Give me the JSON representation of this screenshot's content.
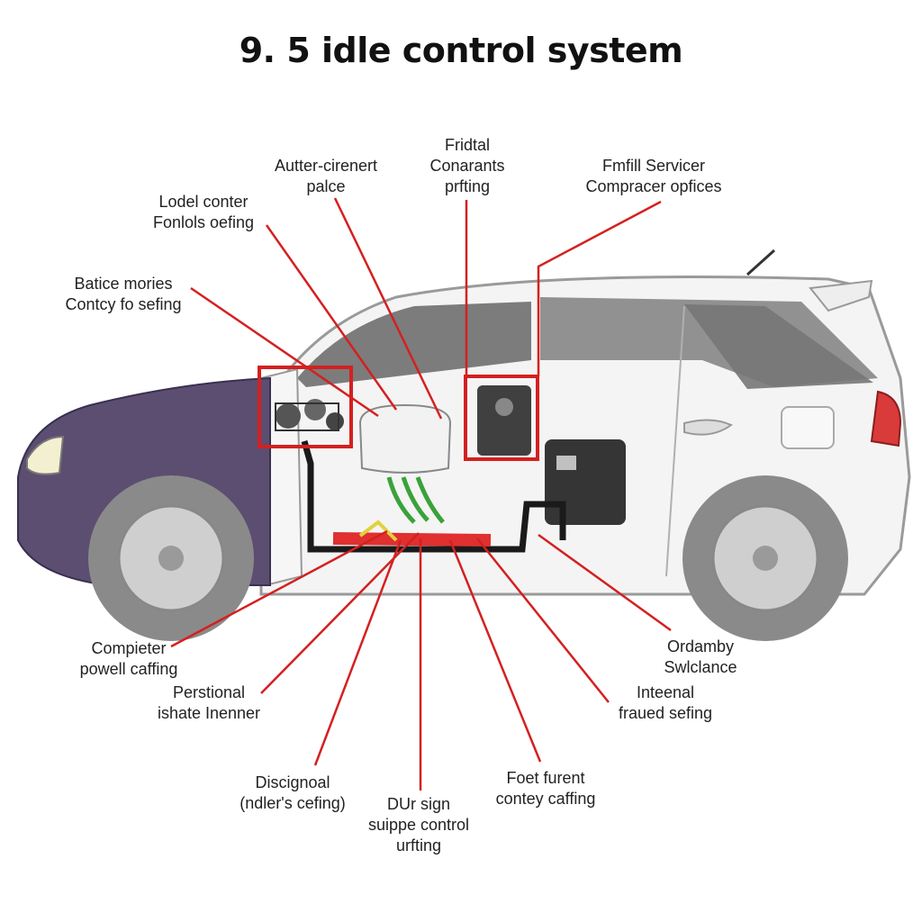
{
  "title": "9. 5 idle control system",
  "colors": {
    "leader_line": "#d42020",
    "highlight_box": "#d42020",
    "body_front": "#5c4e70",
    "body_rear": "#f4f4f4",
    "tire": "#8a8a8a",
    "hose_green": "#3aa23a",
    "hose_red": "#e03030"
  },
  "callouts": [
    {
      "id": "batice",
      "lines": [
        "Batice mories",
        "Contcy fo sefing"
      ]
    },
    {
      "id": "lodel",
      "lines": [
        "Lodel conter",
        "Fonlols oefing"
      ]
    },
    {
      "id": "autter",
      "lines": [
        "Autter-cirenert",
        "palce"
      ]
    },
    {
      "id": "fridtal",
      "lines": [
        "Fridtal",
        "Conarants",
        "prfting"
      ]
    },
    {
      "id": "fmfill",
      "lines": [
        "Fmfill Servicer",
        "Compracer opfices"
      ]
    },
    {
      "id": "compieter",
      "lines": [
        "Compieter",
        "powell caffing"
      ]
    },
    {
      "id": "perstional",
      "lines": [
        "Perstional",
        "ishate Inenner"
      ]
    },
    {
      "id": "discignoal",
      "lines": [
        "Discignoal",
        "(ndler's cefing)"
      ]
    },
    {
      "id": "dursign",
      "lines": [
        "DUr sign",
        "suippe control",
        "urfting"
      ]
    },
    {
      "id": "foet",
      "lines": [
        "Foet furent",
        "contey caffing"
      ]
    },
    {
      "id": "intenal",
      "lines": [
        "Inteenal",
        "fraued sefing"
      ]
    },
    {
      "id": "ordamby",
      "lines": [
        "Ordamby",
        "Swlclance"
      ]
    }
  ]
}
